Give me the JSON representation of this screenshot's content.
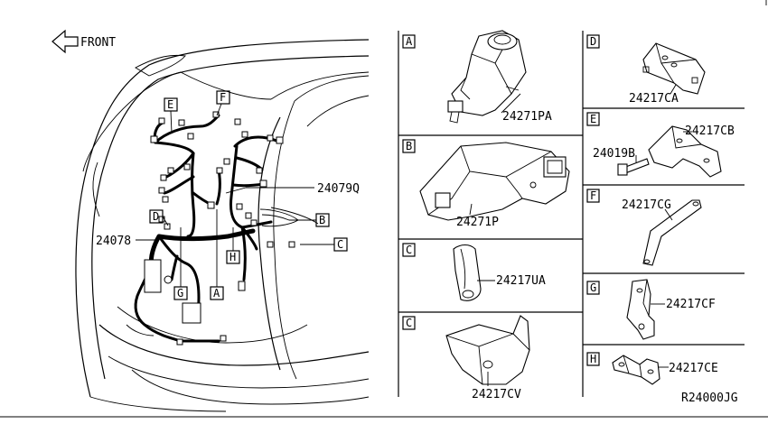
{
  "header": {
    "front_label": "FRONT"
  },
  "main_view": {
    "part_callouts": [
      "24079Q",
      "24078"
    ],
    "letter_tags": [
      "E",
      "F",
      "D",
      "G",
      "A",
      "H",
      "B",
      "C"
    ]
  },
  "panels": [
    {
      "letter": "A",
      "part_number": "24271PA"
    },
    {
      "letter": "B",
      "part_number": "24271P"
    },
    {
      "letter": "C",
      "part_number": "24217UA"
    },
    {
      "letter": "C",
      "part_number": "24217CV"
    },
    {
      "letter": "D",
      "part_number": "24217CA"
    },
    {
      "letter": "E",
      "part_number": "24217CB",
      "extra_part_number": "24019B"
    },
    {
      "letter": "F",
      "part_number": "24217CG"
    },
    {
      "letter": "G",
      "part_number": "24217CF"
    },
    {
      "letter": "H",
      "part_number": "24217CE"
    }
  ],
  "footer": {
    "diagram_code": "R24000JG"
  }
}
